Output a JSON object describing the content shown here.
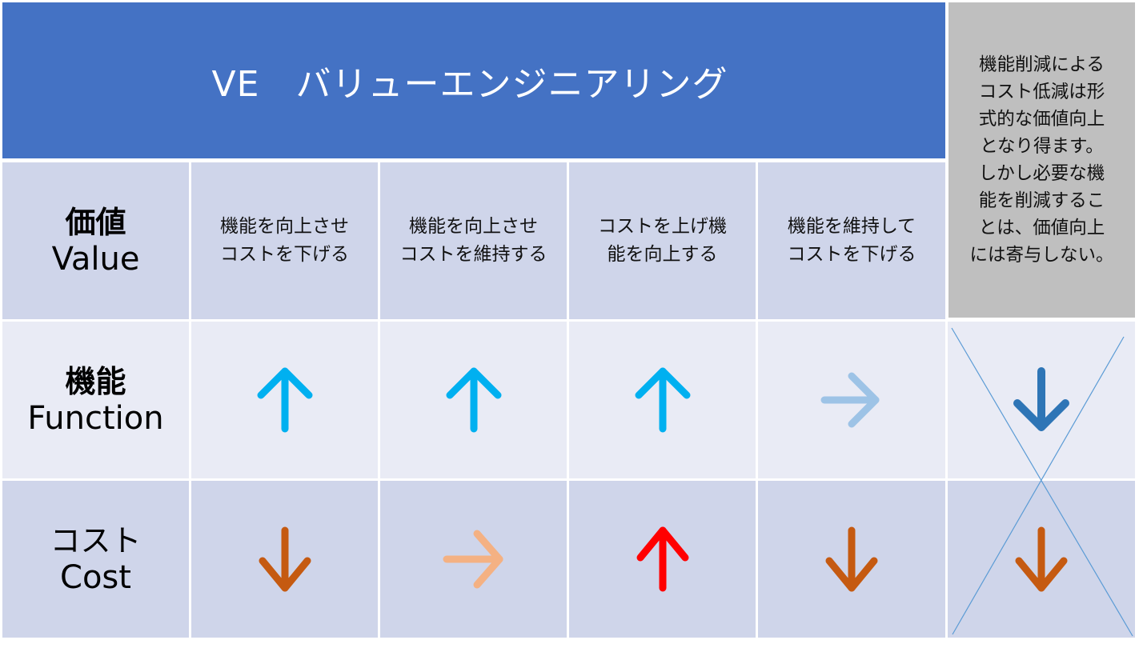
{
  "title": "VE　バリューエンジニアリング",
  "note": "機能削減による\nコスト低減は形\n式的な価値向上\nとなり得ます。\nしかし必要な機\n能を削減するこ\nとは、価値向上\nには寄与しない。",
  "rows": {
    "value": {
      "label_ja": "価値",
      "label_en": "Value"
    },
    "function": {
      "label_ja": "機能",
      "label_en": "Function"
    },
    "cost": {
      "label_ja": "コスト",
      "label_en": "Cost"
    }
  },
  "columns": [
    {
      "header": "機能を向上させ\nコストを下げる",
      "function_arrow": "up",
      "function_color": "#00B0F0",
      "cost_arrow": "down",
      "cost_color": "#C55A11"
    },
    {
      "header": "機能を向上させ\nコストを維持する",
      "function_arrow": "up",
      "function_color": "#00B0F0",
      "cost_arrow": "right",
      "cost_color": "#F4B183"
    },
    {
      "header": "コストを上げ機\n能を向上する",
      "function_arrow": "up",
      "function_color": "#00B0F0",
      "cost_arrow": "up",
      "cost_color": "#FF0000"
    },
    {
      "header": "機能を維持して\nコストを下げる",
      "function_arrow": "right",
      "function_color": "#9DC3E6",
      "cost_arrow": "down",
      "cost_color": "#C55A11"
    },
    {
      "header": "",
      "function_arrow": "down",
      "function_color": "#2E75B6",
      "cost_arrow": "down",
      "cost_color": "#C55A11",
      "crossed_out": true
    }
  ],
  "icons": {
    "up": "arrow-up-icon",
    "down": "arrow-down-icon",
    "right": "arrow-right-icon"
  },
  "colors": {
    "title_bg": "#4472C4",
    "note_bg": "#BFBFBF",
    "header_row_bg": "#CFD5EA",
    "function_row_bg": "#E9EBF5",
    "cost_row_bg": "#CFD5EA",
    "cross_line": "#5B9BD5"
  }
}
